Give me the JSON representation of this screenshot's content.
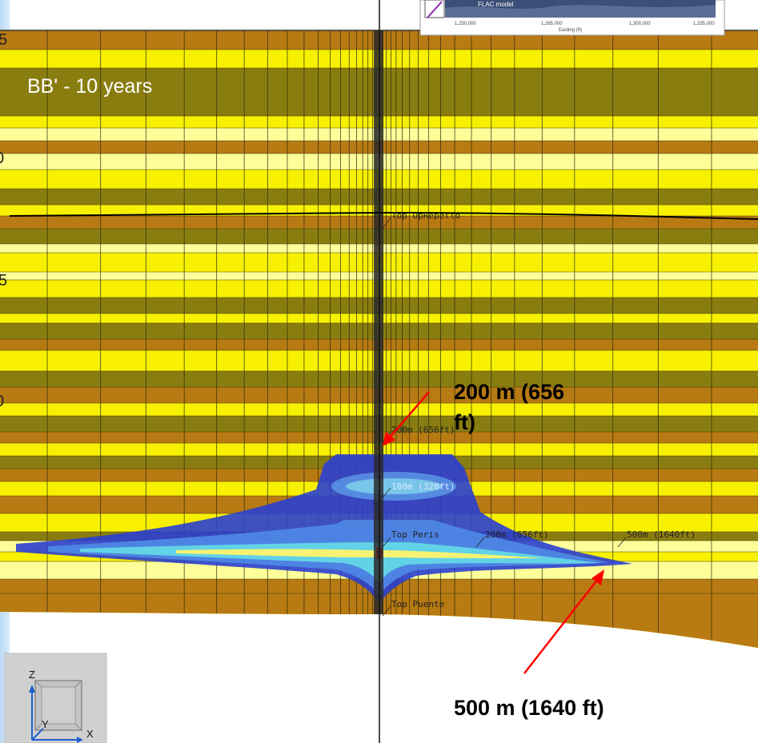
{
  "section_title": "BB' - 10 years",
  "edge_ticks": [
    "5",
    "0",
    "5",
    "0"
  ],
  "inset_map": {
    "label": "FLAC model",
    "axis_label": "Easting (ft)",
    "ticks": [
      "1,250,000",
      "1,265,000",
      "1,300,000",
      "1,335,000"
    ]
  },
  "horizons": {
    "top_up_repetto": "Top UpRepetto",
    "top_pervis": "Top Peris",
    "top_puente": "Top Puente"
  },
  "contours": {
    "c200_top": "200m (656ft)",
    "c100": "100m (328ft)",
    "c200_right": "200m (656ft)",
    "c500": "500m (1640ft)"
  },
  "callouts": {
    "top_line1": "200 m (656",
    "top_line2": "ft)",
    "bottom": "500 m (1640 ft)"
  },
  "axes_triad": {
    "z": "Z",
    "y": "Y",
    "x": "X"
  },
  "colors": {
    "olive": "#8a7d10",
    "brown": "#b87a12",
    "yellow": "#f7f000",
    "light_yellow": "#ffff99",
    "plume_dark": "#2233cc",
    "plume_mid": "#4a6fe0",
    "plume_light": "#6fa7ee",
    "callout_arrow": "#ff0000"
  }
}
